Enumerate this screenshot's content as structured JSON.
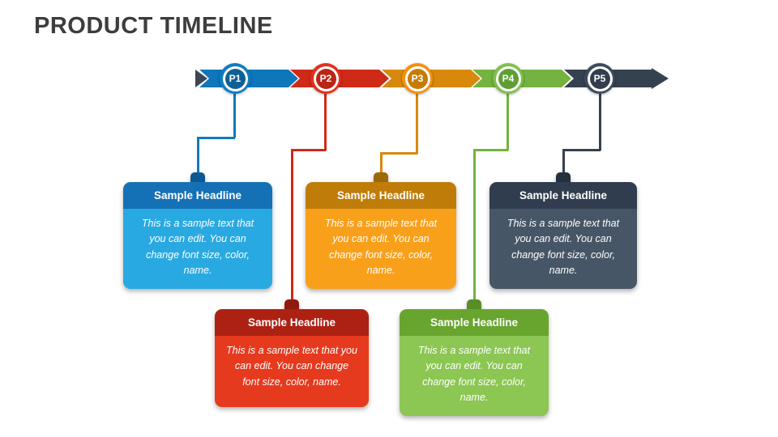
{
  "slide": {
    "title": "PRODUCT TIMELINE",
    "background_color": "#ffffff",
    "title_color": "#3d3d3d"
  },
  "timeline": {
    "steps": [
      {
        "label": "P1",
        "color": "#0e76bb"
      },
      {
        "label": "P2",
        "color": "#cf2a18"
      },
      {
        "label": "P3",
        "color": "#d8890c"
      },
      {
        "label": "P4",
        "color": "#74b33f"
      },
      {
        "label": "P5",
        "color": "#35414f"
      }
    ]
  },
  "cards": [
    {
      "headline": "Sample Headline",
      "body": "This is a sample text that you can edit. You can change font size, color, name.",
      "header_color": "#1571b5",
      "body_color": "#29a9e1"
    },
    {
      "headline": "Sample Headline",
      "body": "This is a sample text that you can edit. You can change font size, color, name.",
      "header_color": "#bf7c08",
      "body_color": "#f9a01b"
    },
    {
      "headline": "Sample Headline",
      "body": "This is a sample text that you can edit. You can change font size, color, name.",
      "header_color": "#303d4e",
      "body_color": "#475666"
    },
    {
      "headline": "Sample Headline",
      "body": "This is a sample text that you can edit. You can change font size, color, name.",
      "header_color": "#ad2113",
      "body_color": "#e63a1e"
    },
    {
      "headline": "Sample Headline",
      "body": "This is a sample text that you can edit. You can change font size, color, name.",
      "header_color": "#68a52e",
      "body_color": "#8cc653"
    }
  ]
}
